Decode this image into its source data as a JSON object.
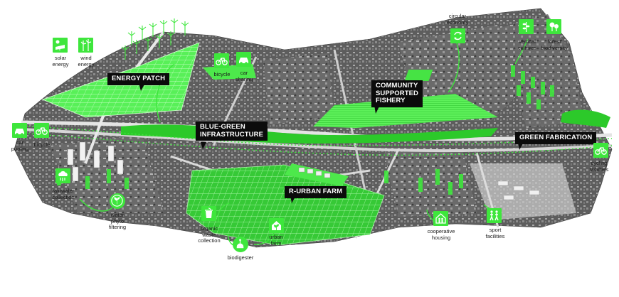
{
  "colors": {
    "accent": "#3ee63c",
    "callout_bg": "#0b0b0b",
    "callout_text": "#ffffff",
    "aerial_dark": "#4a4a4a",
    "aerial_light": "#bdbdbd"
  },
  "callouts": {
    "energy_patch": "ENERGY PATCH",
    "blue_green": "BLUE-GREEN\nINFRASTRUCTURE",
    "community_fishery": "COMMUNITY\nSUPPORTED\nFISHERY",
    "green_fabrication": "GREEN FABRICATION",
    "r_urban_farm": "R-URBAN FARM"
  },
  "labels": {
    "solar_energy": "solar\nenergy",
    "wind_energy": "wind\nenergy",
    "bicycle_top": "bicycle",
    "car_sharing": "car\nsharing",
    "car_pooling": "car\npooling",
    "bicycle_left": "bicycle",
    "rainwater_collection": "rainwater\ncollection",
    "water_phyto_filtering": "water\nphyto\nfiltering",
    "organic_waste_collection": "organic\nwaste\ncollection",
    "biodigester": "biodigester",
    "urban_farm": "urban\nfarm",
    "circular_economy": "circular\neconomy",
    "vertical_cultures": "vertical\ncultures",
    "forest_biodiversity": "forest\nbiodiversity",
    "cycling_facilities": "cycling\nfacilities",
    "cooperative_housing": "cooperative\nhousing",
    "sport_facilities": "sport\nfacilities"
  },
  "icons": {
    "solar_energy": "solar-panel-icon",
    "wind_energy": "wind-turbine-icon",
    "bicycle_top": "bicycle-icon",
    "car_sharing": "car-icon",
    "car_pooling": "car-icon",
    "bicycle_left": "bicycle-icon",
    "rainwater_collection": "rain-cloud-icon",
    "water_phyto_filtering": "plant-filter-icon",
    "organic_waste_collection": "organic-waste-icon",
    "biodigester": "biodigester-icon",
    "urban_farm": "urban-farm-icon",
    "circular_economy": "recycle-icon",
    "vertical_cultures": "vertical-crop-icon",
    "forest_biodiversity": "forest-icon",
    "cycling_facilities": "bicycle-icon",
    "cooperative_housing": "housing-icon",
    "sport_facilities": "sport-icon"
  }
}
